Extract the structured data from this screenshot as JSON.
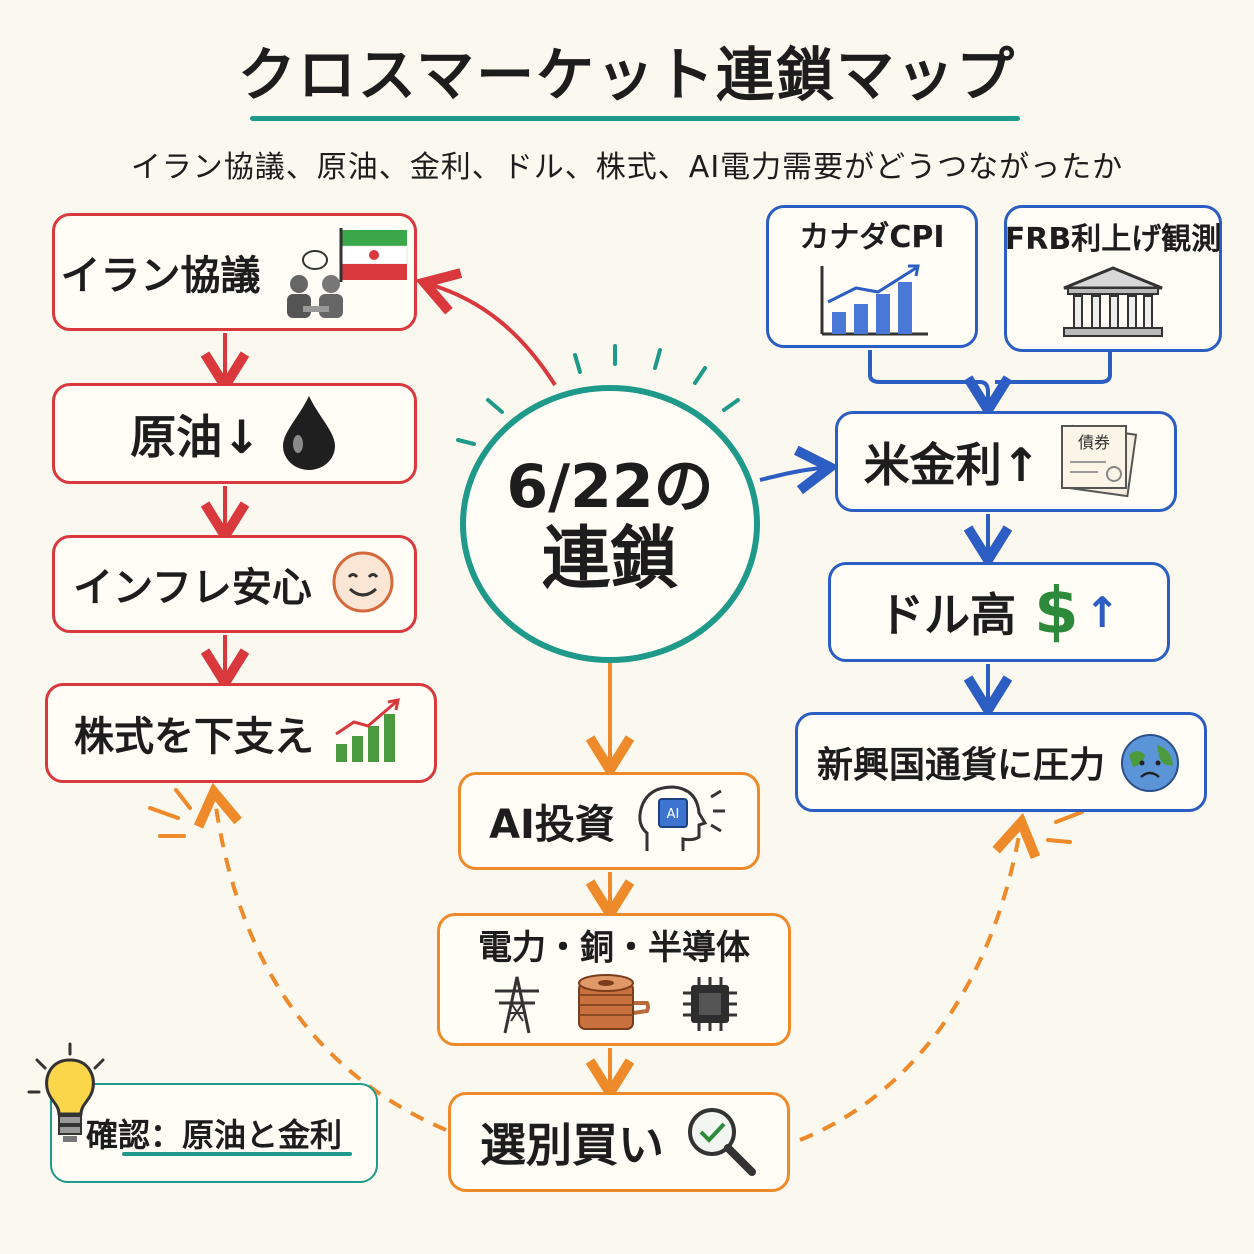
{
  "title": "クロスマーケット連鎖マップ",
  "subtitle": "イラン協議、原油、金利、ドル、株式、AI電力需要がどうつながったか",
  "center": {
    "line1": "6/22の",
    "line2": "連鎖"
  },
  "left_chain": [
    {
      "label": "イラン協議",
      "icon": "iran-flag-meeting-icon"
    },
    {
      "label": "原油↓",
      "icon": "oil-drop-icon"
    },
    {
      "label": "インフレ安心",
      "icon": "smile-face-icon"
    },
    {
      "label": "株式を下支え",
      "icon": "rising-bar-chart-icon"
    }
  ],
  "right_top": [
    {
      "label": "カナダCPI",
      "icon": "bar-chart-up-icon"
    },
    {
      "label": "FRB利上げ観測",
      "icon": "bank-building-icon"
    }
  ],
  "right_chain": [
    {
      "label": "米金利↑",
      "icon": "bond-certificate-icon",
      "badge": "債券"
    },
    {
      "label": "ドル高",
      "icon": "dollar-up-icon",
      "symbol": "$",
      "arrow": "↑"
    },
    {
      "label": "新興国通貨に圧力",
      "icon": "worried-globe-icon"
    }
  ],
  "bottom_chain": [
    {
      "label": "AI投資",
      "icon": "ai-head-icon",
      "badge": "AI"
    },
    {
      "label": "電力・銅・半導体",
      "icons": [
        "power-tower-icon",
        "copper-coil-icon",
        "chip-icon"
      ]
    },
    {
      "label": "選別買い",
      "icon": "magnifier-check-icon"
    }
  ],
  "note": {
    "label": "確認：原油と金利",
    "icon": "lightbulb-icon"
  },
  "colors": {
    "red": "#d9383d",
    "blue": "#2b5dc3",
    "orange": "#ee8a2a",
    "teal": "#1f9a8a"
  }
}
